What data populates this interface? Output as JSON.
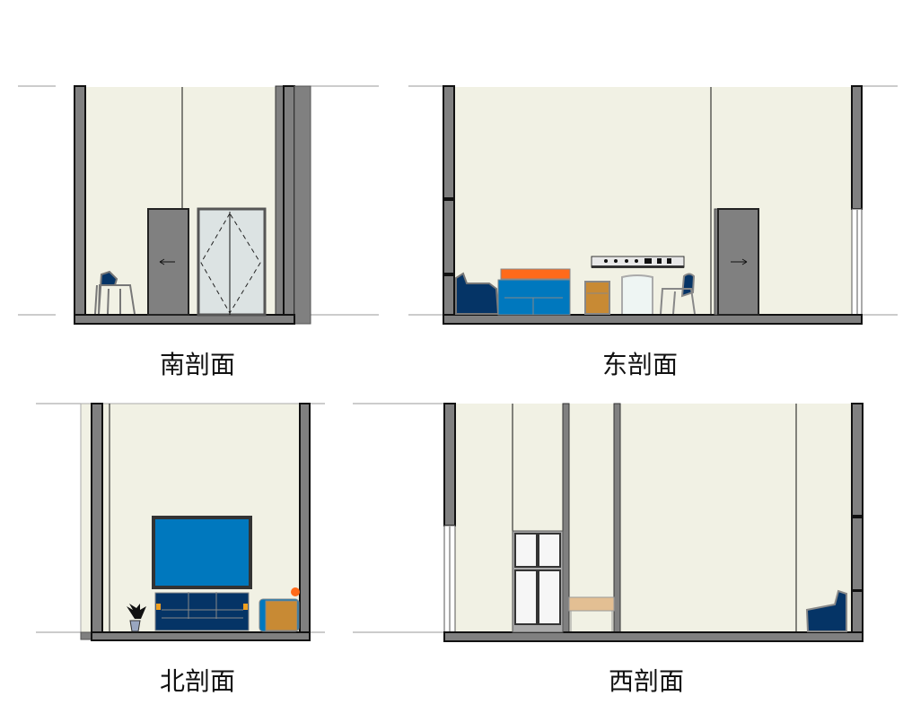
{
  "title": "Room section elevations",
  "colors": {
    "wall_fill": "#f1f1e4",
    "structure": "#808080",
    "outline": "#111111",
    "blue": "#0078be",
    "navy": "#053466",
    "orange": "#ff6a1a",
    "wood": "#c88a34",
    "light_wood": "#e3bf93",
    "glass": "#dce3e3"
  },
  "panels": [
    {
      "id": "south",
      "label": "南剖面",
      "items": [
        "door-sliding-arrow-left",
        "double-glass-door",
        "armchair"
      ]
    },
    {
      "id": "east",
      "label": "东剖面",
      "items": [
        "armchair",
        "sideboard-with-orange-top",
        "nightstand",
        "chair-back",
        "armchair",
        "wall-control-panel",
        "door-sliding-arrow-right"
      ]
    },
    {
      "id": "north",
      "label": "北剖面",
      "items": [
        "potted-plant",
        "tv-screen",
        "tv-cabinet",
        "side-table",
        "lamp"
      ]
    },
    {
      "id": "west",
      "label": "西剖面",
      "items": [
        "glass-wardrobe",
        "small-desk",
        "armchair"
      ]
    }
  ]
}
